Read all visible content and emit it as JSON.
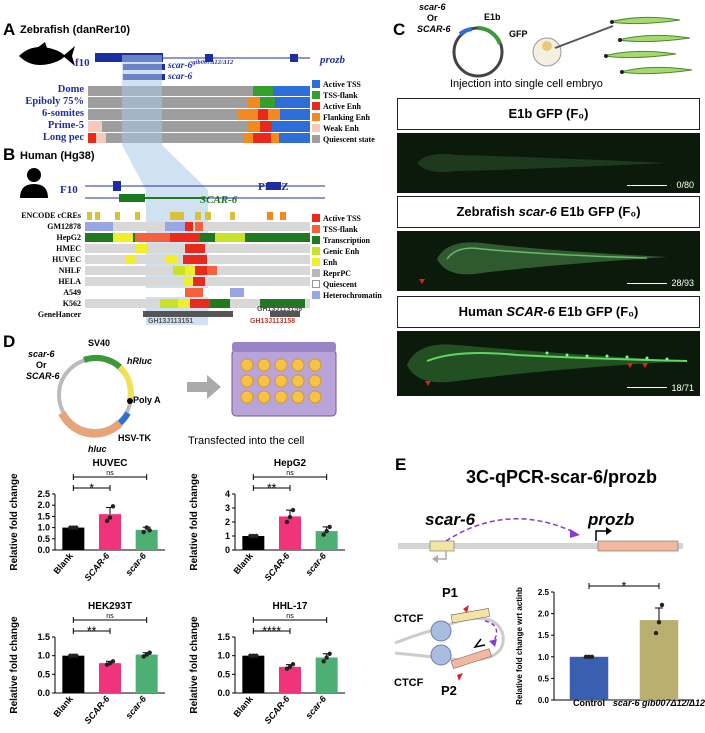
{
  "panels": {
    "A": {
      "label": "A",
      "title": "Zebrafish (danRer10)",
      "gene_left": "f10",
      "gene_right": "prozb",
      "scar_mut": "scar-6",
      "scar_mut_sup": "gib007Δ12/Δ12",
      "scar": "scar-6",
      "stages": [
        "Dome",
        "Epiboly 75%",
        "6-somites",
        "Prime-5",
        "Long pec"
      ],
      "legend": [
        {
          "name": "Active TSS",
          "color": "#2e6ed8"
        },
        {
          "name": "TSS-flank",
          "color": "#33a02c"
        },
        {
          "name": "Active Enh",
          "color": "#e8291c"
        },
        {
          "name": "Flanking Enh",
          "color": "#f48a1e"
        },
        {
          "name": "Weak Enh",
          "color": "#f8c8b8"
        },
        {
          "name": "Quiescent state",
          "color": "#9e9e9e"
        }
      ]
    },
    "B": {
      "label": "B",
      "title": "Human (Hg38)",
      "gene_left": "F10",
      "gene_right": "PROZ",
      "scar": "SCAR-6",
      "tracks": [
        "ENCODE cCREs",
        "GM12878",
        "HepG2",
        "HMEC",
        "HUVEC",
        "NHLF",
        "HELA",
        "A549",
        "K562",
        "GeneHancer"
      ],
      "gh_labels": [
        "GH13J113151",
        "GH13J113159",
        "GH13J113158"
      ],
      "legend": [
        {
          "name": "Active TSS",
          "color": "#e8291c"
        },
        {
          "name": "TSS-flank",
          "color": "#f4613c"
        },
        {
          "name": "Transcription",
          "color": "#1f7a1f"
        },
        {
          "name": "Genic Enh",
          "color": "#c8e22a"
        },
        {
          "name": "Enh",
          "color": "#f2ee2a"
        },
        {
          "name": "ReprPC",
          "color": "#b8b8b8"
        },
        {
          "name": "Quiescent",
          "color": "#ffffff"
        },
        {
          "name": "Heterochromatin",
          "color": "#9aa6e4"
        }
      ]
    },
    "C": {
      "label": "C",
      "construct_top": "scar-6",
      "construct_or": "Or",
      "construct_bot": "SCAR-6",
      "e1b": "E1b",
      "gfp": "GFP",
      "injection": "Injection into single cell embryo",
      "rows": [
        {
          "title": "E1b GFP (F₀)",
          "count": "0/80"
        },
        {
          "title_pre": "Zebrafish ",
          "title_it": "scar-6",
          "title_post": " E1b GFP (F₀)",
          "count": "28/93"
        },
        {
          "title_pre": "Human ",
          "title_it": "SCAR-6",
          "title_post": " E1b GFP (F₀)",
          "count": "18/71"
        }
      ]
    },
    "D": {
      "label": "D",
      "plasmid": {
        "sv40": "SV40",
        "hrluc": "hRluc",
        "polya": "Poly A",
        "hsvtk": "HSV-TK",
        "hluc": "hluc",
        "insert_top": "scar-6",
        "insert_or": "Or",
        "insert_bot": "SCAR-6"
      },
      "transfected": "Transfected into the cell",
      "ylabel": "Relative fold change"
    },
    "E": {
      "label": "E",
      "title": "3C-qPCR-scar-6/prozb",
      "scar": "scar-6",
      "prozb": "prozb",
      "ctcf": "CTCF",
      "p1": "P1",
      "p2": "P2"
    }
  },
  "chart_data": [
    {
      "type": "bar",
      "title": "HUVEC",
      "categories": [
        "Blank",
        "SCAR-6",
        "scar-6"
      ],
      "values": [
        1.0,
        1.6,
        0.9
      ],
      "errors": [
        0.02,
        0.3,
        0.12
      ],
      "points": [
        [
          1.0,
          1.0,
          1.0
        ],
        [
          1.3,
          1.45,
          1.95
        ],
        [
          0.8,
          1.0,
          0.88
        ]
      ],
      "colors": [
        "#000000",
        "#f0337a",
        "#4daf73"
      ],
      "ylabel": "Relative fold change",
      "ylim": [
        0,
        2.5
      ],
      "yticks": [
        "0.0",
        "0.5",
        "1.0",
        "1.5",
        "2.0",
        "2.5"
      ],
      "sig": [
        {
          "pair": [
            0,
            1
          ],
          "label": "*"
        },
        {
          "pair": [
            0,
            2
          ],
          "label": "ns"
        }
      ]
    },
    {
      "type": "bar",
      "title": "HepG2",
      "categories": [
        "Blank",
        "SCAR-6",
        "scar-6"
      ],
      "values": [
        1.0,
        2.4,
        1.35
      ],
      "errors": [
        0.02,
        0.45,
        0.3
      ],
      "points": [
        [
          1.0,
          1.0,
          1.0
        ],
        [
          2.0,
          2.35,
          2.85
        ],
        [
          1.1,
          1.35,
          1.65
        ]
      ],
      "colors": [
        "#000000",
        "#f0337a",
        "#4daf73"
      ],
      "ylabel": "Relative fold change",
      "ylim": [
        0,
        4
      ],
      "yticks": [
        "0",
        "1",
        "2",
        "3",
        "4"
      ],
      "sig": [
        {
          "pair": [
            0,
            1
          ],
          "label": "**"
        },
        {
          "pair": [
            0,
            2
          ],
          "label": "ns"
        }
      ]
    },
    {
      "type": "bar",
      "title": "HEK293T",
      "categories": [
        "Blank",
        "SCAR-6",
        "scar-6"
      ],
      "values": [
        1.0,
        0.8,
        1.03
      ],
      "errors": [
        0.01,
        0.05,
        0.05
      ],
      "points": [
        [
          1.0,
          1.0,
          1.0
        ],
        [
          0.76,
          0.8,
          0.85
        ],
        [
          0.98,
          1.03,
          1.08
        ]
      ],
      "colors": [
        "#000000",
        "#f0337a",
        "#4daf73"
      ],
      "ylabel": "Relative fold change",
      "ylim": [
        0,
        1.5
      ],
      "yticks": [
        "0.0",
        "0.5",
        "1.0",
        "1.5"
      ],
      "sig": [
        {
          "pair": [
            0,
            1
          ],
          "label": "**"
        },
        {
          "pair": [
            0,
            2
          ],
          "label": "ns"
        }
      ]
    },
    {
      "type": "bar",
      "title": "HHL-17",
      "categories": [
        "Blank",
        "SCAR-6",
        "scar-6"
      ],
      "values": [
        1.0,
        0.7,
        0.95
      ],
      "errors": [
        0.01,
        0.06,
        0.1
      ],
      "points": [
        [
          1.0,
          1.0,
          1.0
        ],
        [
          0.65,
          0.7,
          0.77
        ],
        [
          0.85,
          0.95,
          1.05
        ]
      ],
      "colors": [
        "#000000",
        "#f0337a",
        "#4daf73"
      ],
      "ylabel": "Relative fold change",
      "ylim": [
        0,
        1.5
      ],
      "yticks": [
        "0.0",
        "0.5",
        "1.0",
        "1.5"
      ],
      "sig": [
        {
          "pair": [
            0,
            1
          ],
          "label": "****"
        },
        {
          "pair": [
            0,
            2
          ],
          "label": "ns"
        }
      ]
    },
    {
      "type": "bar",
      "title": "",
      "categories": [
        "Control",
        "scar-6 gib007Δ12/Δ12"
      ],
      "values": [
        1.0,
        1.85
      ],
      "errors": [
        0.01,
        0.28
      ],
      "points": [
        [
          1.0,
          1.0,
          1.0
        ],
        [
          1.55,
          1.8,
          2.2
        ]
      ],
      "colors": [
        "#3a5fb0",
        "#b9b070"
      ],
      "ylabel": "Relative fold change wrt actinb",
      "ylim": [
        0,
        2.5
      ],
      "yticks": [
        "0.0",
        "0.5",
        "1.0",
        "1.5",
        "2.0",
        "2.5"
      ],
      "sig": [
        {
          "pair": [
            0,
            1
          ],
          "label": "*"
        }
      ]
    }
  ]
}
